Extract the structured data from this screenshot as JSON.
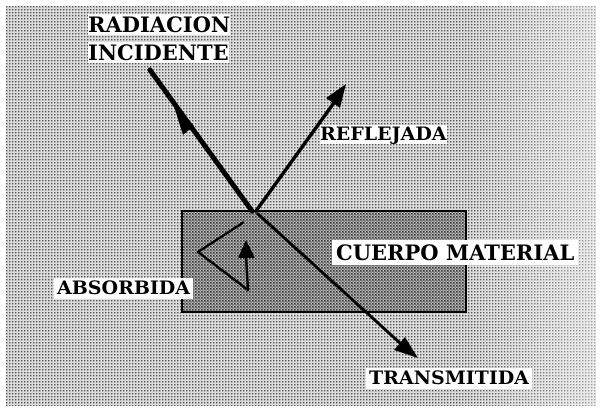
{
  "labels": {
    "incident_line1": "RADIACION",
    "incident_line2": "INCIDENTE",
    "reflected": "REFLEJADA",
    "body": "CUERPO MATERIAL",
    "absorbed": "ABSORBIDA",
    "transmitted": "TRANSMITIDA"
  },
  "colors": {
    "background_dots": "#555555",
    "background_base": "#d9d9d9",
    "ink": "#000000",
    "label_background": "#ffffff"
  }
}
